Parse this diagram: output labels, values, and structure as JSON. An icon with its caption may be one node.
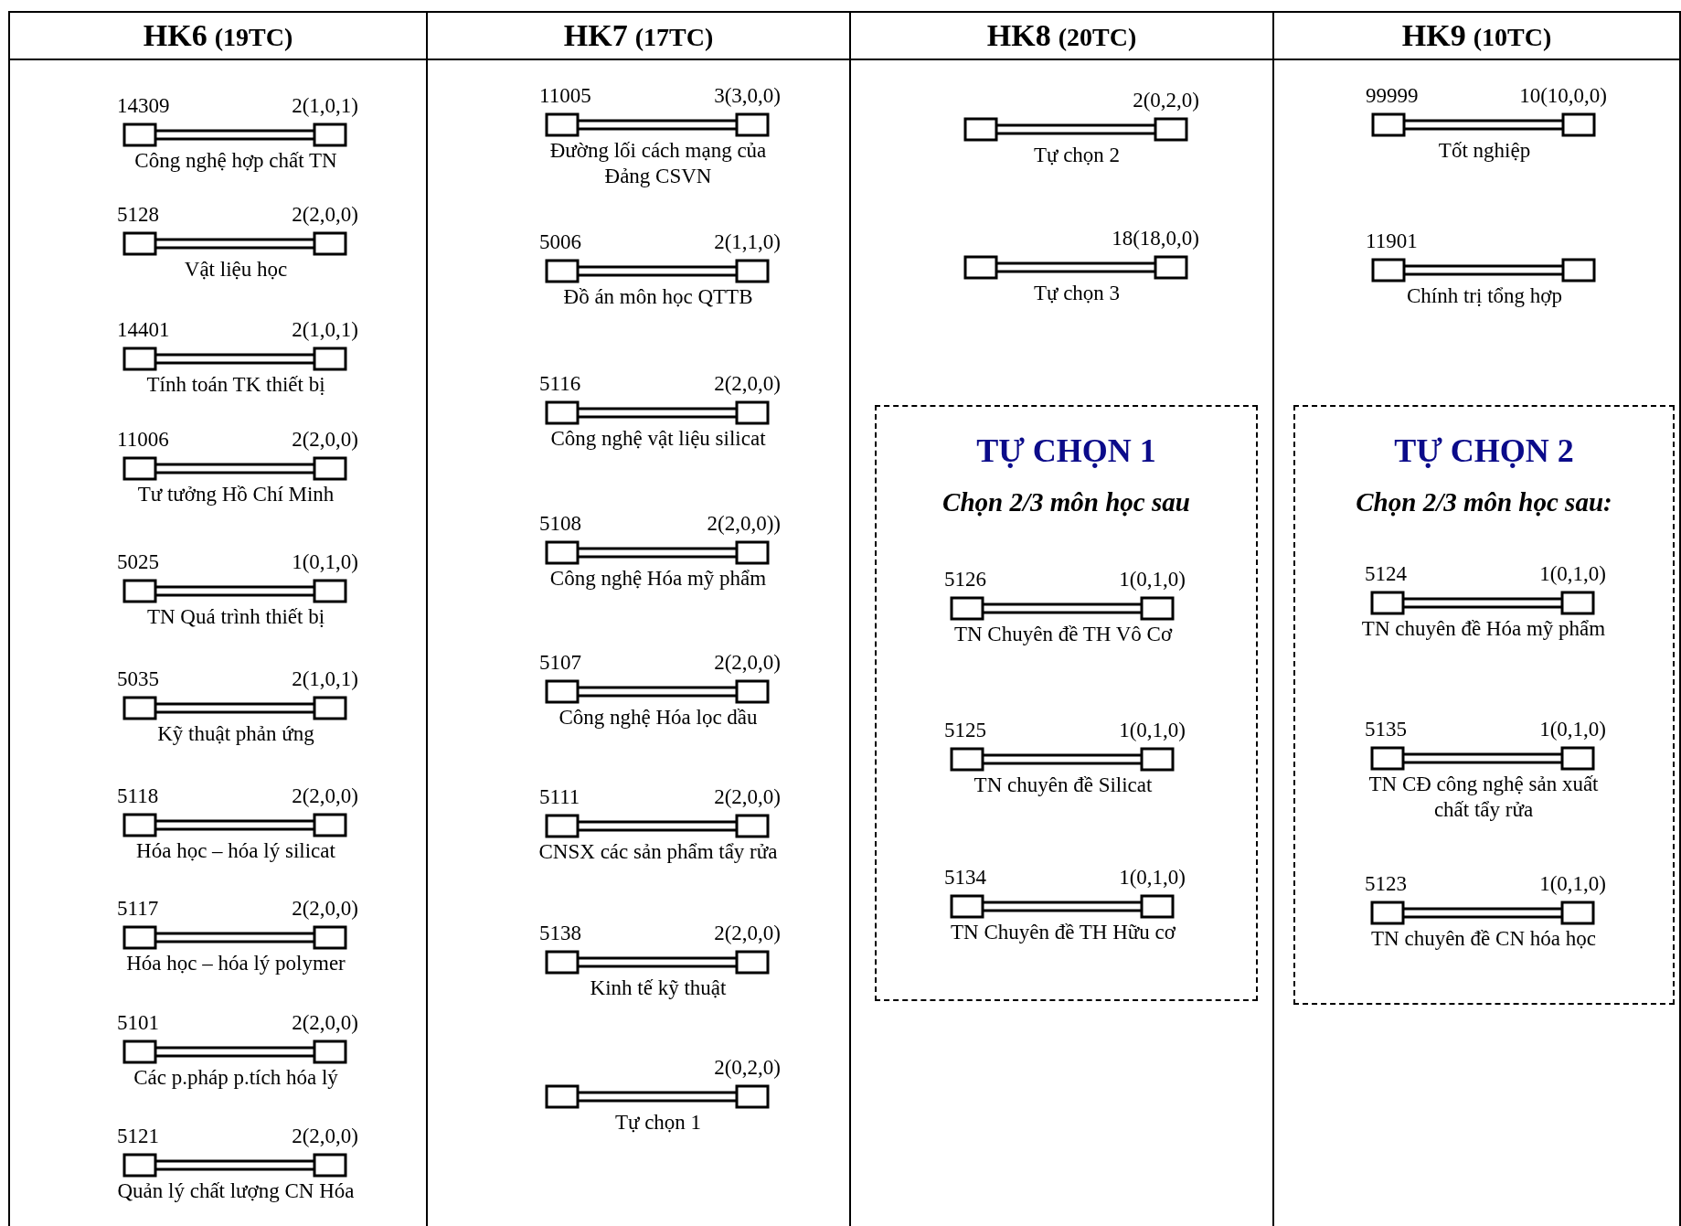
{
  "diagram": {
    "nodes": [
      {
        "text": [
          "HK6",
          "(19TC)"
        ]
      },
      {
        "in": 0,
        "text": [
          "14309",
          "2(1,0,1)",
          "Công nghệ hợp chất TN"
        ]
      },
      {
        "in": 0,
        "text": [
          "5128",
          "2(2,0,0)",
          "Vật liệu học"
        ]
      },
      {
        "in": 0,
        "text": [
          "14401",
          "2(1,0,1)",
          "Tính toán TK thiết bị"
        ]
      },
      {
        "in": 0,
        "text": [
          "11006",
          "2(2,0,0)",
          "Tư tưởng Hồ Chí Minh"
        ]
      },
      {
        "in": 0,
        "text": [
          "5025",
          "1(0,1,0)",
          "TN Quá trình thiết bị"
        ]
      },
      {
        "in": 0,
        "text": [
          "5035",
          "2(1,0,1)",
          "Kỹ thuật phản ứng"
        ]
      },
      {
        "in": 0,
        "text": [
          "5118",
          "2(2,0,0)",
          "Hóa học – hóa lý silicat"
        ]
      },
      {
        "in": 0,
        "text": [
          "5117",
          "2(2,0,0)",
          "Hóa học – hóa lý polymer"
        ]
      },
      {
        "in": 0,
        "text": [
          "5101",
          "2(2,0,0)",
          "Các p.pháp p.tích hóa lý"
        ]
      },
      {
        "in": 0,
        "text": [
          "5121",
          "2(2,0,0)",
          "Quản lý chất lượng CN Hóa"
        ]
      },
      {
        "text": [
          "HK7",
          "(17TC)"
        ]
      },
      {
        "in": 11,
        "text": [
          "11005",
          "3(3,0,0)",
          "Đường lối cách mạng của Đảng CSVN"
        ]
      },
      {
        "in": 11,
        "text": [
          "5006",
          "2(1,1,0)",
          "Đồ án môn học QTTB"
        ]
      },
      {
        "in": 11,
        "text": [
          "5116",
          "2(2,0,0)",
          "Công nghệ vật liệu silicat"
        ]
      },
      {
        "in": 11,
        "text": [
          "5108",
          "2(2,0,0))",
          "Công nghệ Hóa mỹ phẩm"
        ]
      },
      {
        "in": 11,
        "text": [
          "5107",
          "2(2,0,0)",
          "Công nghệ Hóa lọc dầu"
        ]
      },
      {
        "in": 11,
        "text": [
          "5111",
          "2(2,0,0)",
          "CNSX các sản phẩm tẩy rửa"
        ]
      },
      {
        "in": 11,
        "text": [
          "5138",
          "2(2,0,0)",
          "Kinh tế kỹ thuật"
        ]
      },
      {
        "in": 11,
        "text": [
          "2(0,2,0)",
          "Tự chọn 1"
        ]
      },
      {
        "text": [
          "HK8",
          "(20TC)"
        ]
      },
      {
        "in": 20,
        "text": [
          "2(0,2,0)",
          "Tự chọn 2"
        ]
      },
      {
        "in": 20,
        "text": [
          "18(18,0,0)",
          "Tự chọn 3"
        ]
      },
      {
        "in": 20,
        "text": [
          "TỰ CHỌN 1",
          "Chọn 2/3 môn học sau"
        ]
      },
      {
        "in": 23,
        "text": [
          "5126",
          "1(0,1,0)",
          "TN Chuyên đề TH Vô Cơ"
        ]
      },
      {
        "in": 23,
        "text": [
          "5125",
          "1(0,1,0)",
          "TN chuyên đề Silicat"
        ]
      },
      {
        "in": 23,
        "text": [
          "5134",
          "1(0,1,0)",
          "TN Chuyên đề TH Hữu cơ"
        ]
      },
      {
        "text": [
          "HK9",
          "(10TC)"
        ]
      },
      {
        "in": 27,
        "text": [
          "99999",
          "10(10,0,0)",
          "Tốt nghiệp"
        ]
      },
      {
        "in": 27,
        "text": [
          "11901",
          "Chính trị tổng hợp"
        ]
      },
      {
        "in": 27,
        "text": [
          "TỰ CHỌN 2",
          "Chọn 2/3 môn học sau:"
        ]
      },
      {
        "in": 30,
        "text": [
          "5124",
          "1(0,1,0)",
          "TN chuyên đề Hóa mỹ phẩm"
        ]
      },
      {
        "in": 30,
        "text": [
          "5135",
          "1(0,1,0)",
          "TN CĐ công nghệ sản xuất chất tẩy rửa"
        ]
      },
      {
        "in": 30,
        "text": [
          "5123",
          "1(0,1,0)",
          "TN chuyên đề CN hóa học"
        ]
      }
    ]
  }
}
